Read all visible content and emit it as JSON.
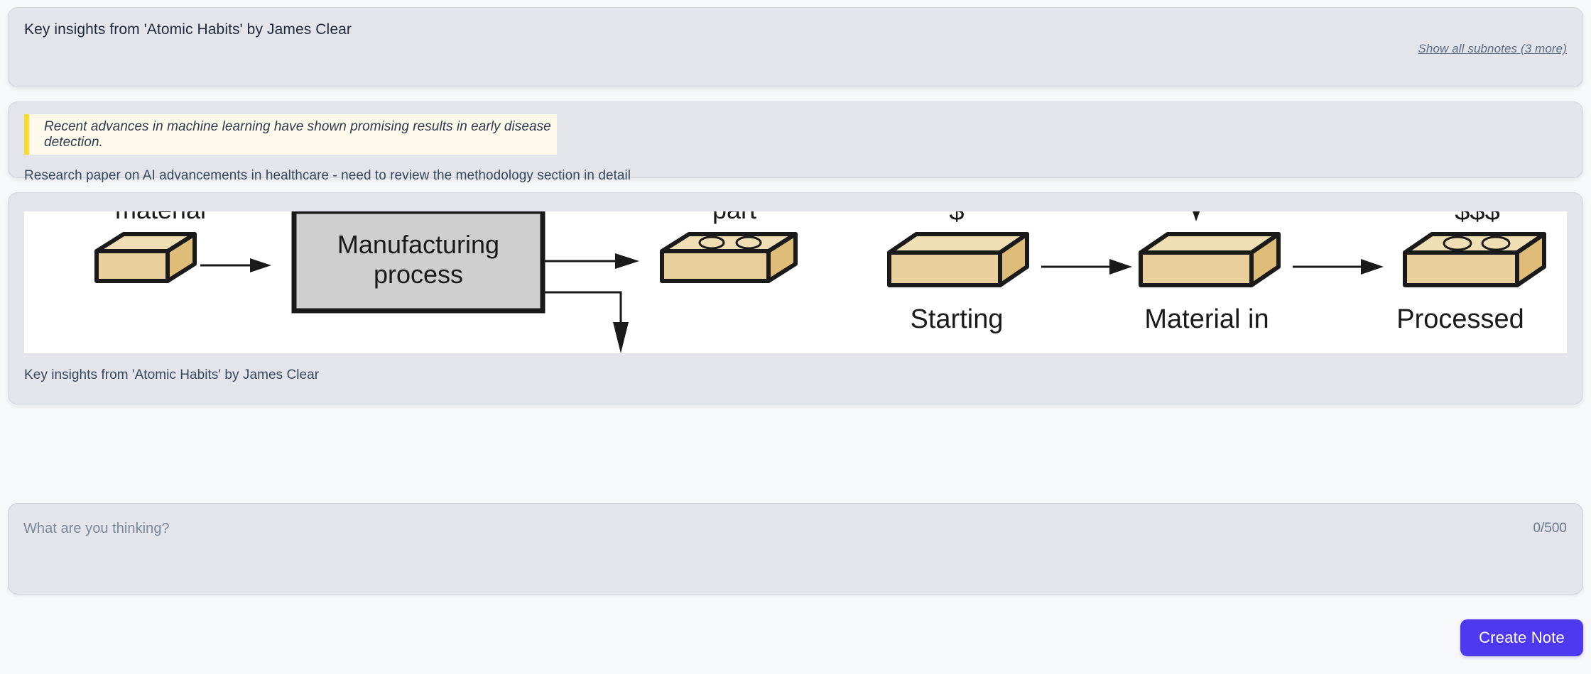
{
  "page": {
    "background_color": "#f7f8fa",
    "card_background_color": "#e3e5ea",
    "accent_color": "#4f39f0",
    "quote_accent_color": "#fada2e"
  },
  "notes": [
    {
      "title": "Key insights from 'Atomic Habits' by James Clear",
      "subnotes_link": "Show all subnotes (3 more)"
    },
    {
      "quote": "Recent advances in machine learning have shown promising results in early disease detection.",
      "body": "Research paper on AI advancements in healthcare - need to review the methodology section in detail"
    },
    {
      "caption": "Key insights from 'Atomic Habits' by James Clear"
    }
  ],
  "diagram": {
    "type": "flow",
    "labels": {
      "raw_material": "material",
      "process_box": "Manufacturing\nprocess",
      "process_box_line1": "Manufacturing",
      "process_box_line2": "process",
      "part": "part",
      "cost_start": "$",
      "cost_end": "$$$",
      "starting": "Starting",
      "material_in": "Material in",
      "processed": "Processed"
    },
    "colors": {
      "block_top": "#f0dfb4",
      "block_front": "#e8cf9b",
      "block_side": "#ddbd78",
      "box_fill": "#cfcfcf",
      "outline": "#1a1a1a"
    }
  },
  "composer": {
    "placeholder": "What are you thinking?",
    "char_counter": "0/500",
    "value": ""
  },
  "footer": {
    "create_note_label": "Create Note"
  }
}
